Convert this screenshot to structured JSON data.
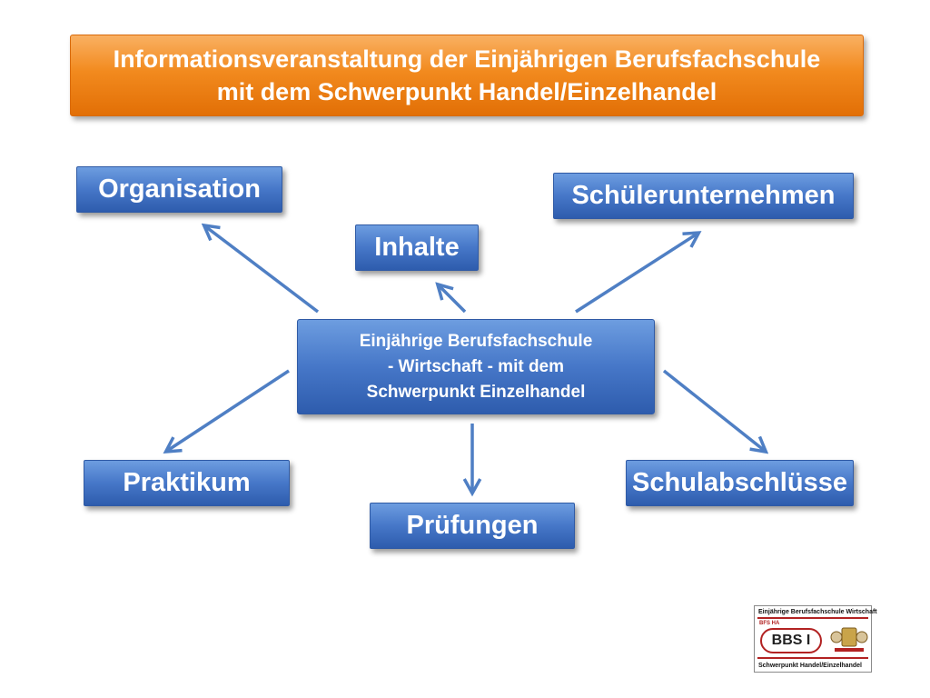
{
  "title": {
    "line1": "Informationsveranstaltung der Einjährigen Berufsfachschule",
    "line2": "mit dem Schwerpunkt Handel/Einzelhandel"
  },
  "center": {
    "line1": "Einjährige Berufsfachschule",
    "line2": "- Wirtschaft - mit dem",
    "line3": "Schwerpunkt Einzelhandel"
  },
  "nodes": {
    "organisation": "Organisation",
    "inhalte": "Inhalte",
    "schuelerunternehmen": "Schülerunternehmen",
    "praktikum": "Praktikum",
    "pruefungen": "Prüfungen",
    "schulabschluesse": "Schulabschlüsse"
  },
  "logo": {
    "top": "Einjährige Berufsfachschule Wirtschaft",
    "small": "BFS HA",
    "brand": "BBS I",
    "bottom": "Schwerpunkt Handel/Einzelhandel"
  },
  "colors": {
    "title_bg": "#f28a1e",
    "node_bg": "#4677c8",
    "arrow": "#4f7fc4",
    "logo_accent": "#b22222"
  }
}
